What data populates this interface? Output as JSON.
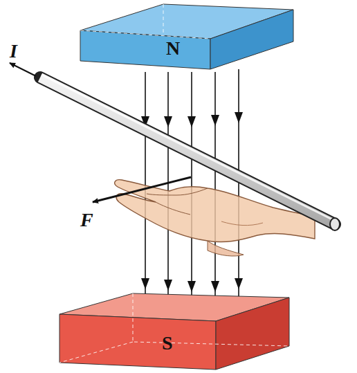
{
  "diagram": {
    "nodes": [
      {
        "text": [
          "N"
        ]
      },
      {
        "text": [
          "S"
        ]
      }
    ],
    "labels": [
      "I",
      "F"
    ]
  }
}
